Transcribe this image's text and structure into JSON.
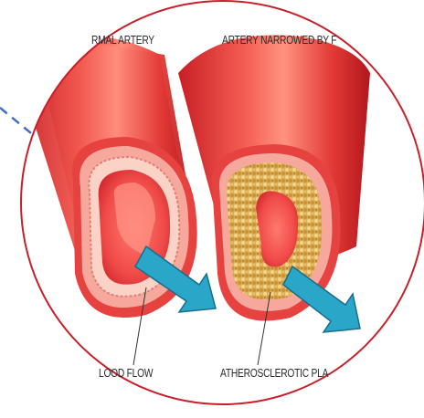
{
  "labels": {
    "normal_artery": "RMAL ARTERY",
    "narrowed_artery": "ARTERY NARROWED BY F",
    "blood_flow": "LOOD FLOW",
    "atherosclerotic": "ATHEROSCLEROTIC PLA"
  },
  "colors": {
    "circle_border": "#c8202b",
    "dashed_line": "#3f6fc4",
    "artery_outer": "#e23a3a",
    "artery_highlight": "#ff8a7a",
    "artery_wall": "#f7a59a",
    "artery_lumen": "#f05a5a",
    "plaque": "#d7a84a",
    "arrow": "#2aa6c9"
  }
}
